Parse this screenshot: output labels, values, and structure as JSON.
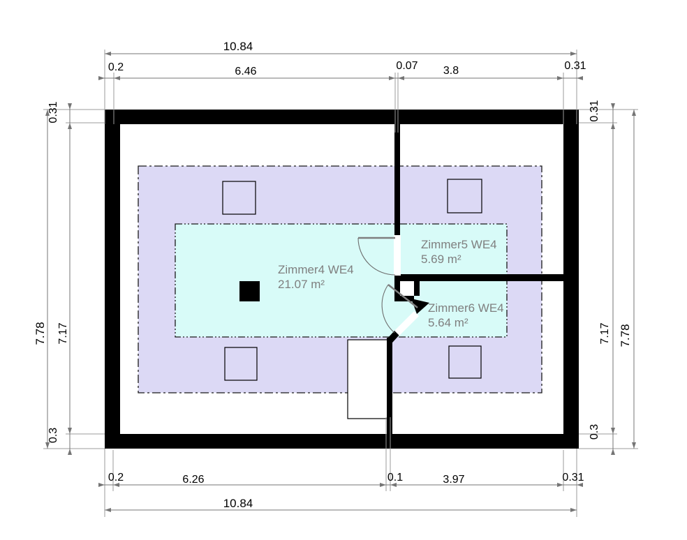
{
  "drawing": {
    "type": "floor-plan",
    "rooms": [
      {
        "name": "Zimmer4 WE4",
        "area": "21.07 m²"
      },
      {
        "name": "Zimmer5 WE4",
        "area": "5.69 m²"
      },
      {
        "name": "Zimmer6 WE4",
        "area": "5.64 m²"
      }
    ],
    "dims": {
      "top": {
        "total": "10.84",
        "segments": [
          "0.2",
          "6.46",
          "0.07",
          "3.8",
          "0.31"
        ]
      },
      "bottom": {
        "total": "10.84",
        "segments": [
          "0.2",
          "6.26",
          "0.1",
          "3.97",
          "0.31"
        ]
      },
      "left": {
        "total": "7.78",
        "segments": [
          "0.31",
          "7.17",
          "0.3"
        ]
      },
      "right": {
        "total": "7.78",
        "segments": [
          "0.31",
          "7.17",
          "0.3"
        ]
      }
    },
    "colors": {
      "wall": "#000000",
      "roof_zone_fill": "#dcd9f5",
      "room_zone_fill": "#d8fbf8",
      "dimension_line": "#757575",
      "extension_line": "#9b9b9b",
      "dimension_text": "#000000",
      "room_label": "#7f7f7f",
      "door": "#6e6e6e",
      "background": "#ffffff"
    }
  }
}
